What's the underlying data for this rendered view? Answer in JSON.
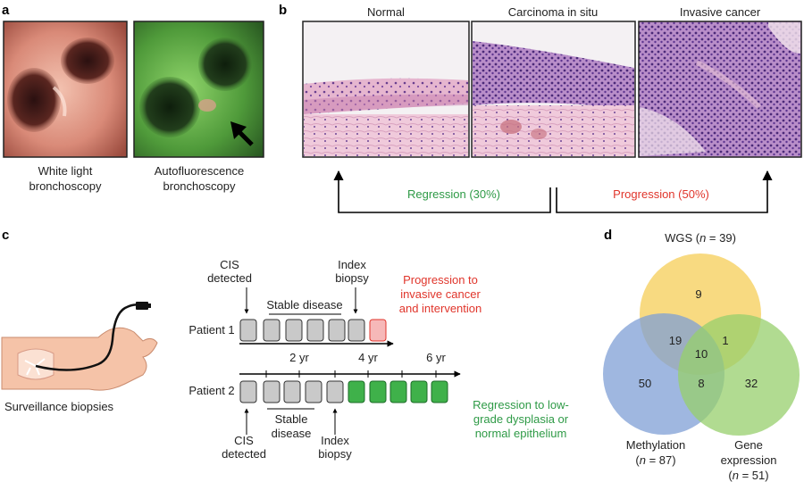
{
  "panels": {
    "a": "a",
    "b": "b",
    "c": "c",
    "d": "d"
  },
  "panel_a": {
    "white_light_line1": "White light",
    "white_light_line2": "bronchoscopy",
    "autofluor_line1": "Autofluorescence",
    "autofluor_line2": "bronchoscopy"
  },
  "panel_b": {
    "normal": "Normal",
    "cis": "Carcinoma in situ",
    "invasive": "Invasive cancer",
    "regression": "Regression (30%)",
    "progression": "Progression (50%)"
  },
  "panel_c": {
    "surveillance": "Surveillance biopsies",
    "patient1": "Patient 1",
    "patient2": "Patient 2",
    "cis_detected_line1": "CIS",
    "cis_detected_line2": "detected",
    "stable_disease": "Stable disease",
    "stable_line1": "Stable",
    "stable_line2": "disease",
    "index_line1": "Index",
    "index_line2": "biopsy",
    "tick_2yr": "2 yr",
    "tick_4yr": "4 yr",
    "tick_6yr": "6 yr",
    "progression_line1": "Progression to",
    "progression_line2": "invasive cancer",
    "progression_line3": "and intervention",
    "regression_line1": "Regression to low-",
    "regression_line2": "grade dysplasia or",
    "regression_line3": "normal epithelium"
  },
  "panel_d": {
    "wgs_prefix": "WGS (",
    "n_symbol": "n",
    "wgs_suffix": " = 39)",
    "methylation": "Methylation",
    "methylation_n_open": "(",
    "methylation_n_suffix": " = 87)",
    "gene_line1": "Gene",
    "gene_line2": "expression",
    "gene_n_open": "(",
    "gene_n_suffix": " = 51)",
    "v_wgs_only": "9",
    "v_wgs_meth": "19",
    "v_wgs_gene": "1",
    "v_all": "10",
    "v_meth_only": "50",
    "v_meth_gene": "8",
    "v_gene_only": "32"
  },
  "colors": {
    "regression_green": "#2e9a46",
    "progression_red": "#e0352b",
    "wgs_yellow": "#f7d36b",
    "methylation_blue": "#7f9fd6",
    "gene_green": "#97cf6c",
    "box_grey": "#c9c9c9",
    "box_green": "#3fb14a",
    "box_red_fill": "#f6b8b8"
  }
}
